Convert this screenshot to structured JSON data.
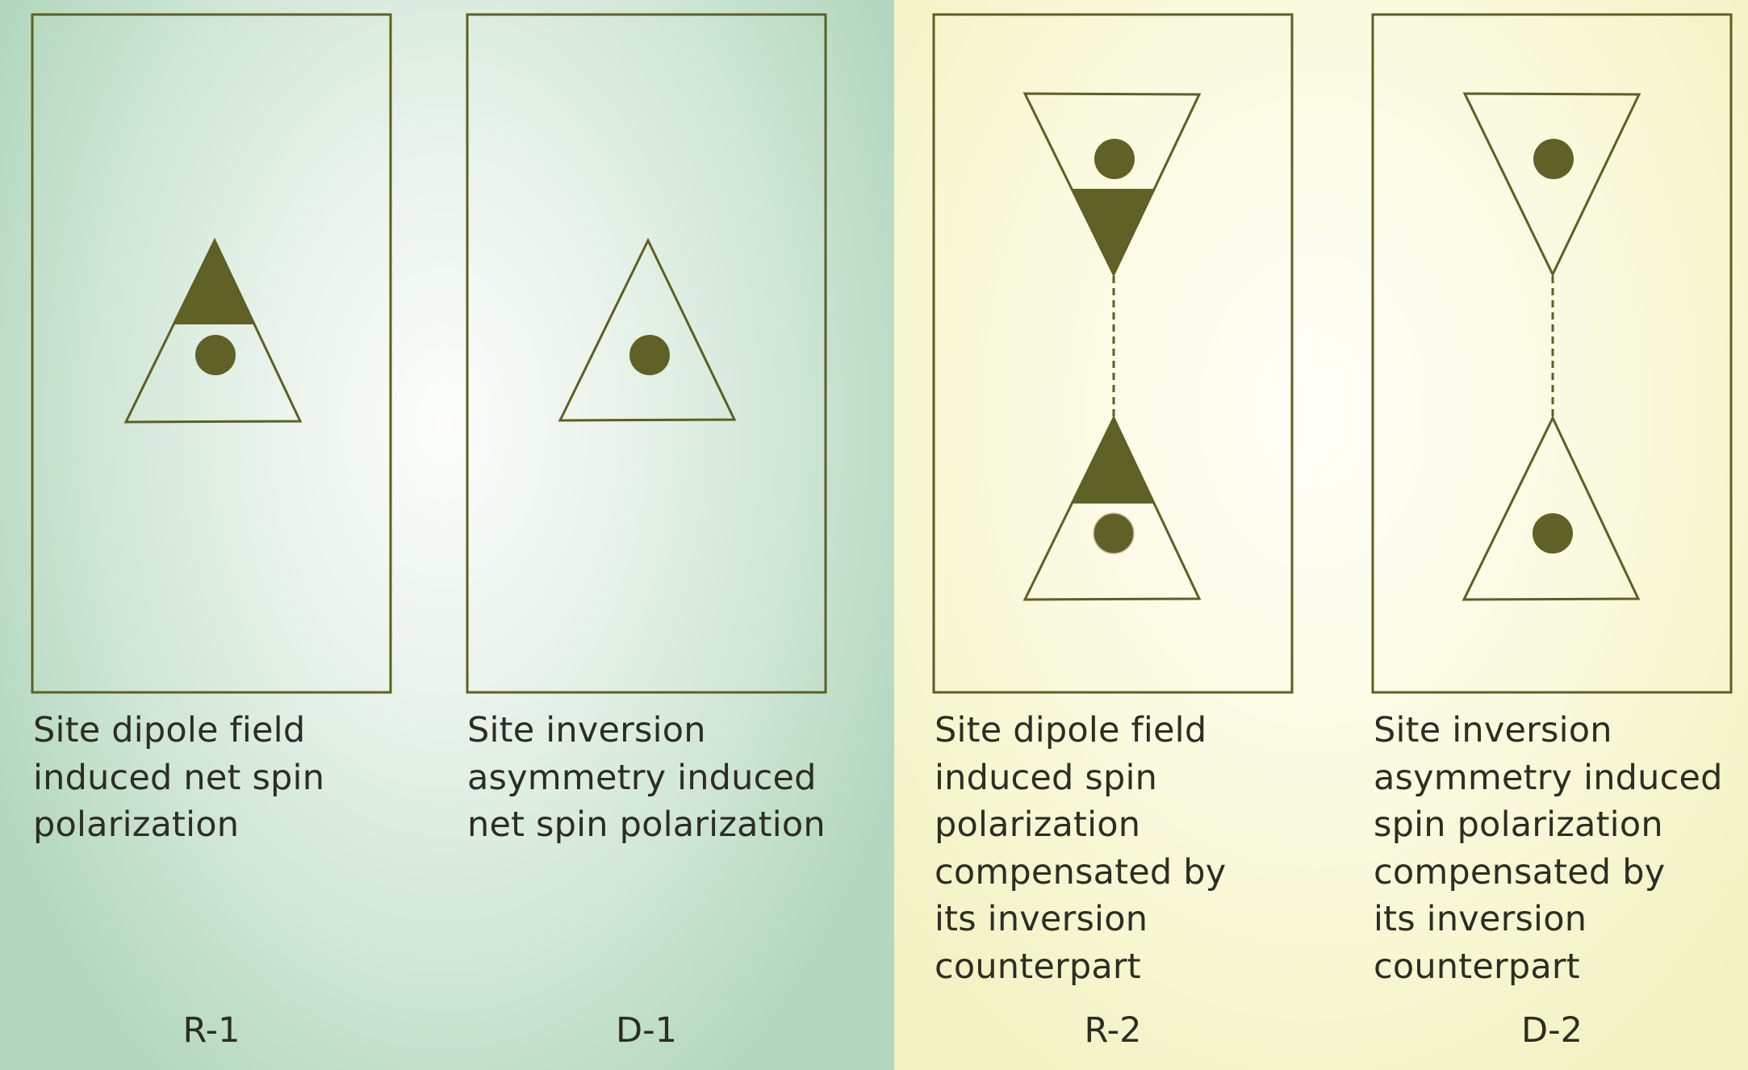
{
  "panels": [
    {
      "label": "R-1",
      "description": [
        "Site dipole field",
        "induced net spin",
        "polarization"
      ]
    },
    {
      "label": "D-1",
      "description": [
        "Site inversion",
        "asymmetry induced",
        "net spin polarization"
      ]
    },
    {
      "label": "R-2",
      "description": [
        "Site dipole field",
        "induced spin",
        "polarization",
        "compensated by",
        "its inversion",
        "counterpart"
      ]
    },
    {
      "label": "D-2",
      "description": [
        "Site inversion",
        "asymmetry induced",
        "spin polarization",
        "compensated by",
        "its inversion",
        "counterpart"
      ]
    }
  ],
  "colors": {
    "outline": "#5e5f22",
    "fill": "#606127",
    "green_background": "#b3d8bf",
    "yellow_background": "#f1f1c1"
  }
}
